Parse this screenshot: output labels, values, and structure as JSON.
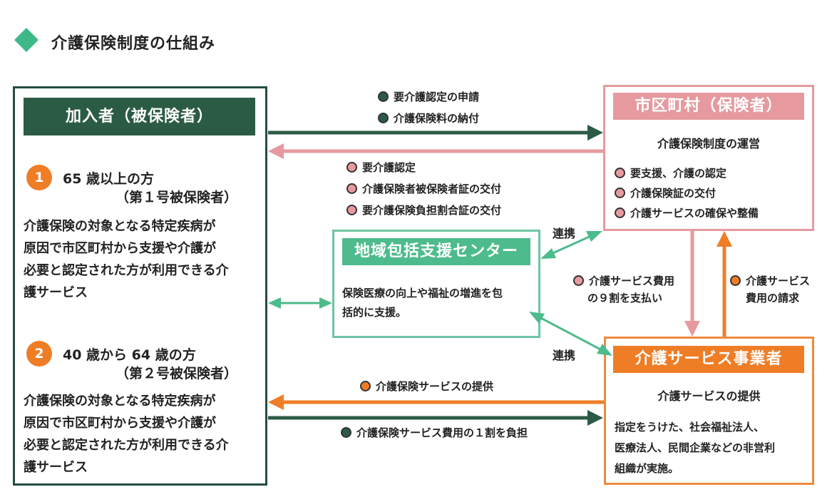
{
  "title": "介護保険制度の仕組み",
  "member": {
    "header": "加入者（被保険者）",
    "group1": {
      "number": "1",
      "line1": "65 歳以上の方",
      "line2": "（第１号被保険者）",
      "desc": [
        "介護保険の対象となる特定疾病が",
        "原因で市区町村から支援や介護が",
        "必要と認定された方が利用できる介",
        "護サービス"
      ]
    },
    "group2": {
      "number": "2",
      "line1": "40 歳から 64 歳の方",
      "line2": "（第２号被保険者）",
      "desc": [
        "介護保険の対象となる特定疾病が",
        "原因で市区町村から支援や介護が",
        "必要と認定された方が利用できる介",
        "護サービス"
      ]
    }
  },
  "city": {
    "header": "市区町村（保険者）",
    "subtitle": "介護保険制度の運営",
    "items": [
      "要支援、介護の認定",
      "介護保険証の交付",
      "介護サービスの確保や整備"
    ]
  },
  "center": {
    "header": "地域包括支援センター",
    "desc": [
      "保険医療の向上や福祉の増進を包",
      "括的に支援。"
    ]
  },
  "provider": {
    "header": "介護サービス事業者",
    "subtitle": "介護サービスの提供",
    "desc": [
      "指定をうけた、社会福祉法人、",
      "医療法人、民間企業などの非営利",
      "組織が実施。"
    ]
  },
  "flows": {
    "to_city": [
      "要介護認定の申請",
      "介護保険料の納付"
    ],
    "from_city": [
      "要介護認定",
      "介護保険者被保険者証の交付",
      "要介護保険負担割合証の交付"
    ],
    "city_to_provider": [
      "介護サービス費用",
      "の９割を支払い"
    ],
    "provider_to_city": [
      "介護サービス",
      "費用の請求"
    ],
    "provider_to_member": "介護保険サービスの提供",
    "member_to_provider": "介護保険サービス費用の１割を負担",
    "renkei": "連携"
  },
  "colors": {
    "dark_green": "#2c5b45",
    "pink": "#e69a9f",
    "mint": "#4dbb8c",
    "orange": "#ef7d26"
  }
}
